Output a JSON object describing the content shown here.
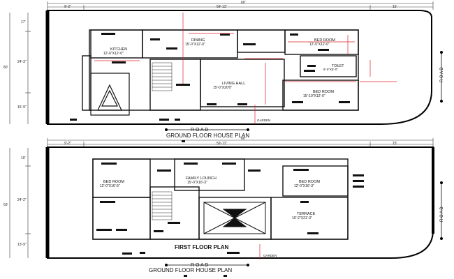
{
  "top_plan": {
    "width_dims": [
      "60'",
      "59'-11\"",
      "9'-2\"",
      "15'"
    ],
    "height_dims": [
      "80'",
      "17'",
      "24'-3\"",
      "15'-9\""
    ],
    "rooms": [
      {
        "id": "kitchen",
        "name": "KITCHEN",
        "size": "12'-0\"X12'-0\""
      },
      {
        "id": "dining",
        "name": "DINING",
        "size": "15'-0\"X12'-0\""
      },
      {
        "id": "bed1",
        "name": "BED ROOM",
        "size": "12'-0\"X12'-0\""
      },
      {
        "id": "toilet",
        "name": "TOILET",
        "size": "8'-0\"X8'-0\""
      },
      {
        "id": "living",
        "name": "LIVING HALL",
        "size": "15'-0\"X20'0\""
      },
      {
        "id": "bed2",
        "name": "BED ROOM",
        "size": "15'-10\"X12'-0\""
      }
    ],
    "road_label": "R O A D",
    "side_road_label": "R O A D",
    "garden_label": "GARDEN",
    "title": "GROUND FLOOR HOUSE PLAN"
  },
  "bottom_plan": {
    "width_dims": [
      "60'",
      "59'-11\"",
      "9'-2\"",
      "15'"
    ],
    "height_dims": [
      "63'",
      "10'",
      "24'-2\"",
      "13'-9\""
    ],
    "rooms": [
      {
        "id": "bed1",
        "name": "BED ROOM",
        "size": "12'-0\"X16'-5\""
      },
      {
        "id": "family",
        "name": "FAMILY LOUNCH",
        "size": "15'-0\"X16'-3\""
      },
      {
        "id": "bed2",
        "name": "BED ROOM",
        "size": "12'-0\"X16'-3\""
      },
      {
        "id": "terrace",
        "name": "TERRACE",
        "size": "16'-2\"X21'-3\""
      }
    ],
    "inner_title": "FIRST FLOOR PLAN",
    "road_label": "R O A D",
    "side_road_label": "R O A D",
    "garden_label": "GARDEN",
    "title": "GROUND FLOOR HOUSE PLAN"
  }
}
